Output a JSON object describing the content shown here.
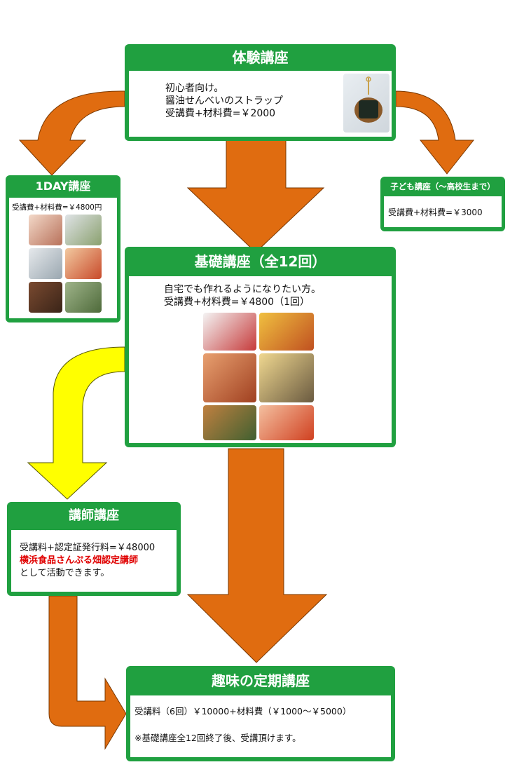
{
  "taiken": {
    "title": "体験講座",
    "lines": [
      "初心者向け。",
      "醤油せんべいのストラップ",
      "受講費+材料費=￥2000"
    ]
  },
  "oneday": {
    "title": "1DAY講座",
    "price": "受講費+材料費=￥4800円"
  },
  "kodomo": {
    "title": "子ども講座（～高校生まで）",
    "price": "受講費+材料費=￥3000"
  },
  "kiso": {
    "title": "基礎講座（全12回）",
    "lines": [
      "自宅でも作れるようになりたい方。",
      "受講費+材料費=￥4800（1回）"
    ]
  },
  "koshi": {
    "title": "講師講座",
    "line1": "受講料+認定証発行料=￥48000",
    "highlight": "横浜食品さんぷる畑認定講師",
    "line3": "として活動できます。"
  },
  "shumi": {
    "title": "趣味の定期講座",
    "line1": "受講料（6回）￥10000+材料費（￥1000～￥5000）",
    "line2": "※基礎講座全12回終了後、受講頂けます。"
  },
  "colors": {
    "box_green": "#20a040",
    "arrow_orange": "#e06c10",
    "arrow_yellow": "#ffff00",
    "highlight_red": "#e00000"
  }
}
